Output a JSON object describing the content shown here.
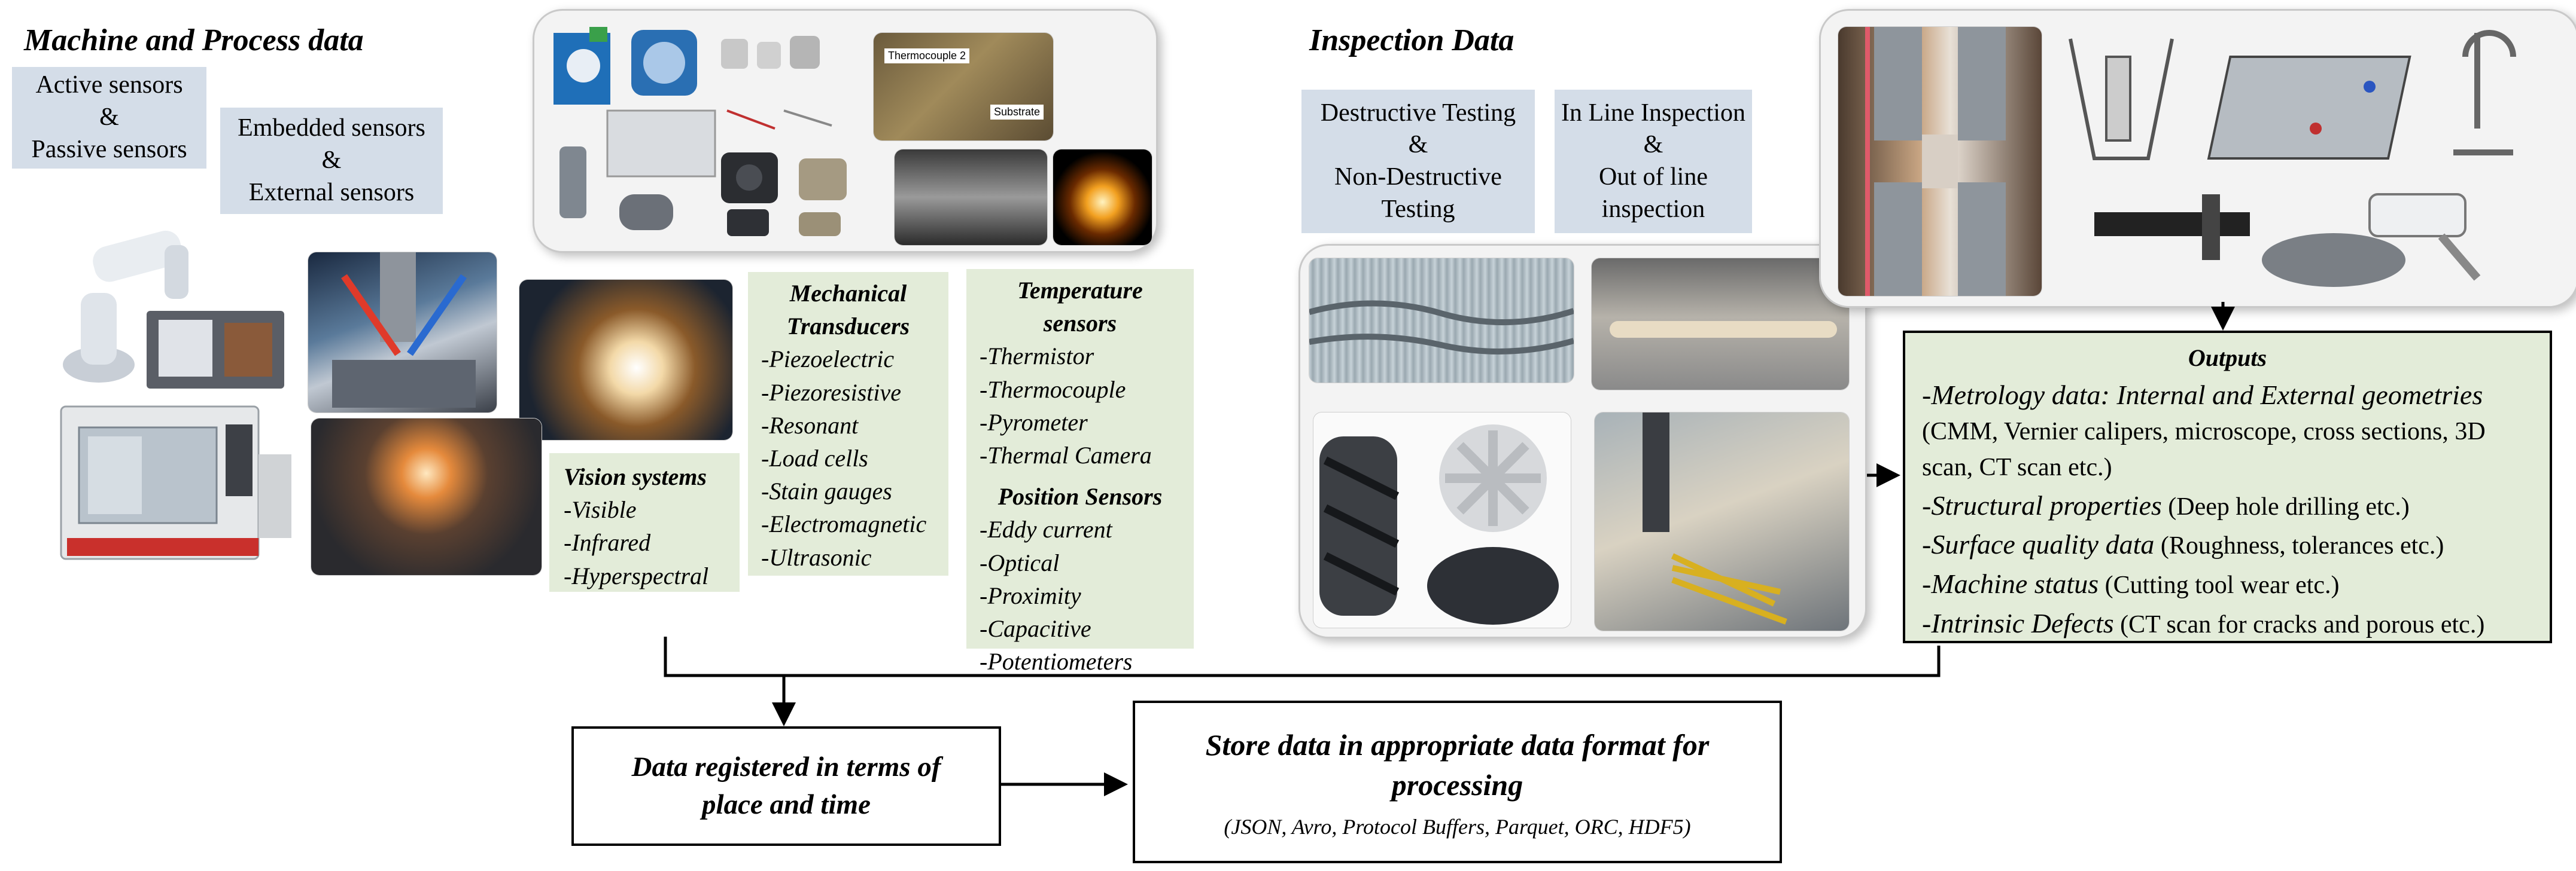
{
  "machine": {
    "title": "Machine and Process data",
    "active_passive": [
      "Active sensors",
      "&",
      "Passive sensors"
    ],
    "embedded_external": [
      "Embedded sensors",
      "&",
      "External sensors"
    ],
    "photo_labels": {
      "thermocouple": "Thermocouple 2",
      "substrate": "Substrate"
    }
  },
  "vision": {
    "heading": "Vision systems",
    "items": [
      "-Visible",
      "-Infrared",
      "-Hyperspectral"
    ]
  },
  "mechanical": {
    "heading": [
      "Mechanical",
      "Transducers"
    ],
    "items": [
      "-Piezoelectric",
      "-Piezoresistive",
      "-Resonant",
      "-Load cells",
      "-Stain gauges",
      "-Electromagnetic",
      "-Ultrasonic"
    ]
  },
  "temperature": {
    "heading": "Temperature sensors",
    "items": [
      "-Thermistor",
      "-Thermocouple",
      "-Pyrometer",
      "-Thermal Camera"
    ]
  },
  "position": {
    "heading": "Position Sensors",
    "items": [
      "-Eddy current",
      "-Optical",
      "-Proximity",
      "-Capacitive",
      "-Potentiometers"
    ]
  },
  "inspection": {
    "title": "Inspection Data",
    "testing": [
      "Destructive Testing",
      "&",
      "Non-Destructive",
      "Testing"
    ],
    "inline": [
      "In Line Inspection",
      "&",
      "Out of line",
      "inspection"
    ]
  },
  "outputs": {
    "title": "Outputs",
    "items": [
      {
        "italic": "-Metrology data: Internal and External geometries",
        "rest": " (CMM, Vernier calipers, microscope, cross sections, 3D scan, CT scan etc.)"
      },
      {
        "italic": "-Structural properties",
        "rest": " (Deep hole drilling etc.)"
      },
      {
        "italic": "-Surface quality data",
        "rest": " (Roughness, tolerances etc.)"
      },
      {
        "italic": "-Machine status",
        "rest": " (Cutting tool wear etc.)"
      },
      {
        "italic": "-Intrinsic Defects",
        "rest": " (CT scan for cracks and porous etc.)"
      }
    ]
  },
  "registered": [
    "Data registered in terms of",
    "place and time"
  ],
  "store": {
    "title": [
      "Store data in appropriate data format for",
      "processing"
    ],
    "formats": "(JSON, Avro, Protocol Buffers, Parquet, ORC, HDF5)"
  }
}
